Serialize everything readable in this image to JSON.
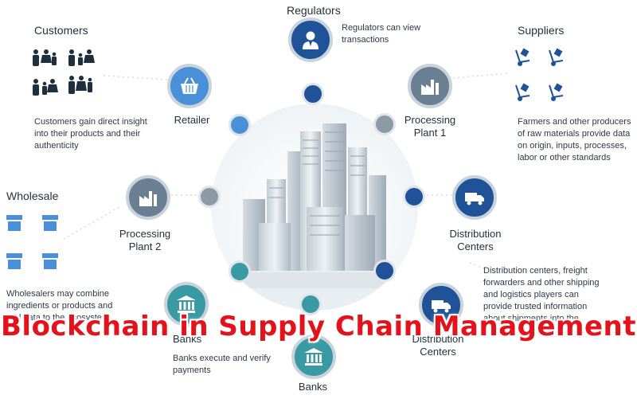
{
  "headline": "Blockchain in Supply Chain Management",
  "colors": {
    "navy": "#1f5296",
    "teal": "#3a9aa3",
    "slate": "#6a8092",
    "light_blue": "#4a90d9",
    "gray": "#8d9aa5",
    "title_red": "#e3121b"
  },
  "regulators": {
    "label": "Regulators",
    "desc_1": "Regulators can view",
    "desc_2": "transactions",
    "icon": "regulator-person-icon"
  },
  "customers": {
    "label": "Customers",
    "desc_1": "Customers gain direct insight",
    "desc_2": "into their products and their",
    "desc_3": "authenticity",
    "icon": "family-icon"
  },
  "retailer": {
    "label": "Retailer",
    "icon": "basket-icon"
  },
  "suppliers": {
    "label": "Suppliers",
    "desc_1": "Farmers and other producers",
    "desc_2": "of raw materials provide data",
    "desc_3": "on origin, inputs, processes,",
    "desc_4": "labor or other standards",
    "icon": "hand-truck-icon"
  },
  "processing_plant_1": {
    "line_1": "Processing",
    "line_2": "Plant 1",
    "icon": "factory-icon"
  },
  "wholesale": {
    "label": "Wholesale",
    "desc_1": "Wholesalers may combine",
    "desc_2": "ingredients or products and",
    "desc_3": "add data to the ecosystem",
    "icon": "storefront-icon"
  },
  "processing_plant_2": {
    "line_1": "Processing",
    "line_2": "Plant 2",
    "icon": "factory-icon"
  },
  "distribution_centers_1": {
    "line_1": "Distribution",
    "line_2": "Centers",
    "icon": "truck-icon"
  },
  "distribution_centers_2": {
    "line_1": "Distribution",
    "line_2": "Centers",
    "desc_1": "Distribution centers, freight",
    "desc_2": "forwarders and other shipping",
    "desc_3": "and logistics players can",
    "desc_4": "provide trusted information",
    "desc_5": "about shipments into the",
    "icon": "truck-icon"
  },
  "banks_left": {
    "label": "Banks",
    "desc_1": "Banks execute and verify",
    "desc_2": "payments",
    "icon": "bank-icon"
  },
  "banks_bottom": {
    "label": "Banks",
    "icon": "bank-icon"
  }
}
